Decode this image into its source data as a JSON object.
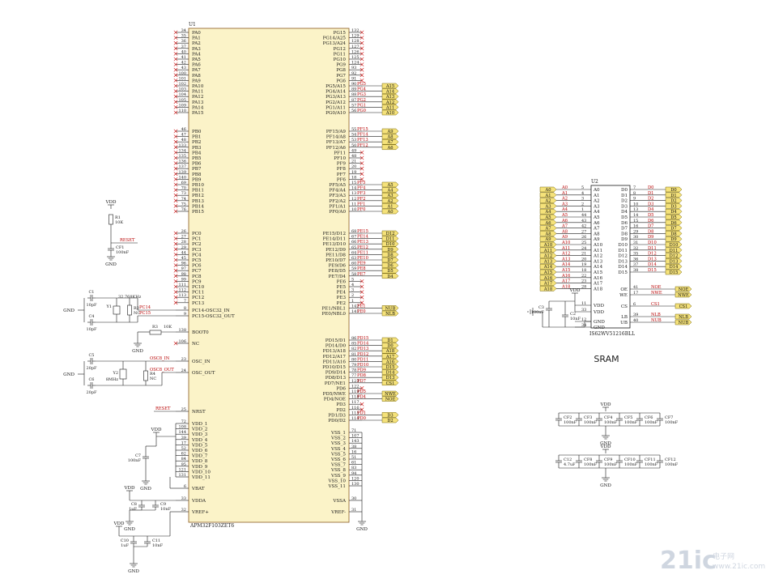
{
  "u1": {
    "designator": "U1",
    "part": "APM32F103ZET6",
    "left_pins": [
      [
        "34",
        "PA0"
      ],
      [
        "35",
        "PA1"
      ],
      [
        "36",
        "PA2"
      ],
      [
        "37",
        "PA3"
      ],
      [
        "40",
        "PA4"
      ],
      [
        "41",
        "PA5"
      ],
      [
        "42",
        "PA6"
      ],
      [
        "43",
        "PA7"
      ],
      [
        "100",
        "PA8"
      ],
      [
        "101",
        "PA9"
      ],
      [
        "102",
        "PA10"
      ],
      [
        "103",
        "PA11"
      ],
      [
        "104",
        "PA12"
      ],
      [
        "105",
        "PA13"
      ],
      [
        "109",
        "PA14"
      ],
      [
        "110",
        "PA15"
      ],
      [
        "46",
        "PB0"
      ],
      [
        "47",
        "PB1"
      ],
      [
        "48",
        "PB2"
      ],
      [
        "133",
        "PB3"
      ],
      [
        "134",
        "PB4"
      ],
      [
        "135",
        "PB5"
      ],
      [
        "136",
        "PB6"
      ],
      [
        "137",
        "PB7"
      ],
      [
        "139",
        "PB8"
      ],
      [
        "140",
        "PB9"
      ],
      [
        "69",
        "PB10"
      ],
      [
        "70",
        "PB11"
      ],
      [
        "73",
        "PB12"
      ],
      [
        "74",
        "PB13"
      ],
      [
        "75",
        "PB14"
      ],
      [
        "76",
        "PB15"
      ],
      [
        "26",
        "PC0"
      ],
      [
        "27",
        "PC1"
      ],
      [
        "28",
        "PC2"
      ],
      [
        "29",
        "PC3"
      ],
      [
        "44",
        "PC4"
      ],
      [
        "45",
        "PC5"
      ],
      [
        "96",
        "PC6"
      ],
      [
        "97",
        "PC7"
      ],
      [
        "98",
        "PC8"
      ],
      [
        "99",
        "PC9"
      ],
      [
        "111",
        "PC10"
      ],
      [
        "112",
        "PC11"
      ],
      [
        "113",
        "PC12"
      ],
      [
        "7",
        "PC13"
      ]
    ],
    "misc_left": [
      [
        "8",
        "PC14-OSC32_IN"
      ],
      [
        "9",
        "PC15-OSC32_OUT"
      ],
      [
        "138",
        "BOOT0"
      ],
      [
        "106",
        "NC"
      ],
      [
        "23",
        "OSC_IN"
      ],
      [
        "24",
        "OSC_OUT"
      ],
      [
        "25",
        "NRST"
      ]
    ],
    "power_left": [
      [
        "72",
        "VDD_1"
      ],
      [
        "108",
        "VDD_2"
      ],
      [
        "144",
        "VDD_3"
      ],
      [
        "39",
        "VDD_4"
      ],
      [
        "17",
        "VDD_5"
      ],
      [
        "52",
        "VDD_6"
      ],
      [
        "62",
        "VDD_7"
      ],
      [
        "84",
        "VDD_8"
      ],
      [
        "95",
        "VDD_9"
      ],
      [
        "121",
        "VDD_10"
      ],
      [
        "131",
        "VDD_11"
      ],
      [
        "6",
        "VBAT"
      ],
      [
        "33",
        "VDDA"
      ],
      [
        "32",
        "VREF+"
      ]
    ],
    "right_top": [
      [
        "132",
        "PG15"
      ],
      [
        "129",
        "PG14/A25"
      ],
      [
        "128",
        "PG13/A24"
      ],
      [
        "127",
        "PG12"
      ],
      [
        "126",
        "PG11"
      ],
      [
        "125",
        "PG10"
      ],
      [
        "124",
        "PG9"
      ],
      [
        "93",
        "PG8"
      ],
      [
        "92",
        "PG7"
      ],
      [
        "91",
        "PG6"
      ],
      [
        "90",
        "PG5/A15",
        "PG5",
        "A15"
      ],
      [
        "89",
        "PG4/A14",
        "PG4",
        "A14"
      ],
      [
        "88",
        "PG3/A13",
        "PG3",
        "A13"
      ],
      [
        "87",
        "PG2/A12",
        "PG2",
        "A12"
      ],
      [
        "57",
        "PG1/A11",
        "PG1",
        "A11"
      ],
      [
        "56",
        "PG0/A10",
        "PG0",
        "A10"
      ]
    ],
    "right_f": [
      [
        "55",
        "PF15/A9",
        "PF15",
        "A9"
      ],
      [
        "54",
        "PF14/A8",
        "PF14",
        "A8"
      ],
      [
        "53",
        "PF13/A7",
        "PF13",
        "A7"
      ],
      [
        "50",
        "PF12/A6",
        "PF12",
        "A6"
      ],
      [
        "49",
        "PF11"
      ],
      [
        "48",
        "PF10"
      ],
      [
        "21",
        "PF9"
      ],
      [
        "20",
        "PF8"
      ],
      [
        "19",
        "PF7"
      ],
      [
        "18",
        "PF6"
      ],
      [
        "15",
        "PF5/A5",
        "PF5",
        "A5"
      ],
      [
        "14",
        "PF4/A4",
        "PF4",
        "A4"
      ],
      [
        "13",
        "PF3/A3",
        "PF3",
        "A3"
      ],
      [
        "12",
        "PF2/A2",
        "PF2",
        "A2"
      ],
      [
        "11",
        "PF1/A1",
        "PF1",
        "A1"
      ],
      [
        "10",
        "PF0/A0",
        "PF0",
        "A0"
      ]
    ],
    "right_e": [
      [
        "68",
        "PE15/D12",
        "PE15",
        "D12"
      ],
      [
        "67",
        "PE14/D11",
        "PE14",
        "D11"
      ],
      [
        "66",
        "PE13/D10",
        "PE13",
        "D10"
      ],
      [
        "65",
        "PE12/D9",
        "PE12",
        "D9"
      ],
      [
        "64",
        "PE11/D8",
        "PE11",
        "D8"
      ],
      [
        "63",
        "PE10/D7",
        "PE10",
        "D7"
      ],
      [
        "60",
        "PE9/D6",
        "PE9",
        "D6"
      ],
      [
        "59",
        "PE8/D5",
        "PE8",
        "D5"
      ],
      [
        "58",
        "PE7/D4",
        "PE7",
        "D4"
      ],
      [
        "5",
        "PE6"
      ],
      [
        "4",
        "PE5"
      ],
      [
        "3",
        "PE4"
      ],
      [
        "2",
        "PE3"
      ],
      [
        "1",
        "PE2"
      ],
      [
        "142",
        "PE1/NBL1",
        "PE1",
        "NUB"
      ],
      [
        "141",
        "PE0/NBL0",
        "PE0",
        "NLB"
      ]
    ],
    "right_d": [
      [
        "86",
        "PD15/D1",
        "PD15",
        "D1"
      ],
      [
        "85",
        "PD14/D0",
        "PD14",
        "D0"
      ],
      [
        "82",
        "PD13/A18",
        "PD13",
        "A18"
      ],
      [
        "81",
        "PD12/A17",
        "PD12",
        "A17"
      ],
      [
        "80",
        "PD11/A16",
        "PD11",
        "A16"
      ],
      [
        "79",
        "PD10/D15",
        "PD10",
        "D15"
      ],
      [
        "78",
        "PD9/D14",
        "PD9",
        "D14"
      ],
      [
        "77",
        "PD8/D13",
        "PD8",
        "D13"
      ],
      [
        "123",
        "PD7/NE1",
        "PD7",
        "CS1"
      ],
      [
        "122",
        "PD6"
      ],
      [
        "119",
        "PD5/NWE",
        "PD5",
        "NWE"
      ],
      [
        "118",
        "PD4/NOE",
        "PD4",
        "NOE"
      ],
      [
        "117",
        "PD3"
      ],
      [
        "116",
        "PD2"
      ],
      [
        "115",
        "PD1/D3",
        "PD1",
        "D3"
      ],
      [
        "114",
        "PD0/D2",
        "PD0",
        "D2"
      ]
    ],
    "vss_pins": [
      [
        "71",
        "VSS_1"
      ],
      [
        "107",
        "VSS_2"
      ],
      [
        "143",
        "VSS_3"
      ],
      [
        "38",
        "VSS_4"
      ],
      [
        "16",
        "VSS_5"
      ],
      [
        "51",
        "VSS_6"
      ],
      [
        "61",
        "VSS_7"
      ],
      [
        "83",
        "VSS_8"
      ],
      [
        "94",
        "VSS_9"
      ],
      [
        "120",
        "VSS_10"
      ],
      [
        "130",
        "VSS_11"
      ],
      [
        "30",
        "VSSA"
      ],
      [
        "31",
        "VREF-"
      ]
    ]
  },
  "u2": {
    "designator": "U2",
    "part": "IS62WV51216BLL",
    "addr_pins": [
      [
        "A0",
        "5"
      ],
      [
        "A1",
        "4"
      ],
      [
        "A2",
        "3"
      ],
      [
        "A3",
        "2"
      ],
      [
        "A4",
        "1"
      ],
      [
        "A5",
        "44"
      ],
      [
        "A6",
        "43"
      ],
      [
        "A7",
        "42"
      ],
      [
        "A8",
        "27"
      ],
      [
        "A9",
        "26"
      ],
      [
        "A10",
        "25"
      ],
      [
        "A11",
        "24"
      ],
      [
        "A12",
        "21"
      ],
      [
        "A13",
        "20"
      ],
      [
        "A14",
        "19"
      ],
      [
        "A15",
        "18"
      ],
      [
        "A16",
        "22"
      ],
      [
        "A17",
        "23"
      ],
      [
        "A18",
        "28"
      ]
    ],
    "data_pins": [
      [
        "D0",
        "7"
      ],
      [
        "D1",
        "8"
      ],
      [
        "D2",
        "9"
      ],
      [
        "D3",
        "10"
      ],
      [
        "D4",
        "13"
      ],
      [
        "D5",
        "14"
      ],
      [
        "D6",
        "15"
      ],
      [
        "D7",
        "16"
      ],
      [
        "D8",
        "29"
      ],
      [
        "D9",
        "30"
      ],
      [
        "D10",
        "31"
      ],
      [
        "D11",
        "32"
      ],
      [
        "D12",
        "35"
      ],
      [
        "D13",
        "36"
      ],
      [
        "D14",
        "37"
      ],
      [
        "D15",
        "38"
      ]
    ],
    "ctrl_pins": [
      [
        "OE",
        "41",
        "NOE"
      ],
      [
        "WE",
        "17",
        "NWE"
      ],
      [
        "CS",
        "6",
        "CS1"
      ],
      [
        "LB",
        "39",
        "NLB"
      ],
      [
        "UB",
        "40",
        "NUB"
      ]
    ],
    "power_pins": [
      [
        "VDD",
        "11"
      ],
      [
        "VDD",
        "33"
      ],
      [
        "GND",
        "12"
      ],
      [
        "GND",
        "34"
      ]
    ],
    "caption": "SRAM"
  },
  "labels": {
    "vdd": "VDD",
    "gnd": "GND",
    "reset": "RESET",
    "r1": "R1",
    "r1_val": "10K",
    "cf1": "CF1",
    "cf1_val": "100nF",
    "c1": "C1",
    "c1_val": "10pF",
    "c4": "C4",
    "c4_val": "10pF",
    "y1": "Y1",
    "y1_val": "32.768KHz",
    "r2": "R2",
    "r2_val": "NC",
    "pc14": "PC14",
    "pc15": "PC15",
    "r3": "R3",
    "r3_val": "10K",
    "c5": "C5",
    "c5_val": "20pF",
    "y2": "Y2",
    "y2_val": "8MHz",
    "r4": "R4",
    "r4_val": "NC",
    "c6": "C6",
    "c6_val": "20pF",
    "osc_in": "OSC8_IN",
    "osc_out": "OSC8_OUT",
    "c7": "C7",
    "c7_val": "100nF",
    "c8": "C8",
    "c8_val": "1uF",
    "c9": "C9",
    "c9_val": "10nF",
    "c10": "C10",
    "c10_val": "1uF",
    "c11": "C11",
    "c11_val": "10nF",
    "c3": "C3",
    "c3_val": "100nF",
    "c2": "C2",
    "c2_val": "10nF",
    "decap_row1": [
      [
        "CF2",
        "100nF"
      ],
      [
        "CF3",
        "100nF"
      ],
      [
        "CF4",
        "100nF"
      ],
      [
        "CF5",
        "100nF"
      ],
      [
        "CF6",
        "100nF"
      ],
      [
        "CF7",
        "100nF"
      ]
    ],
    "decap_row2": [
      [
        "C12",
        "4.7uF"
      ],
      [
        "CF8",
        "100nF"
      ],
      [
        "CF9",
        "100nF"
      ],
      [
        "CF10",
        "100nF"
      ],
      [
        "CF11",
        "100nF"
      ],
      [
        "CF12",
        "100nF"
      ]
    ]
  },
  "watermark": {
    "main": "21ic",
    "cn": "电子网",
    "sub": "www.21ic.com"
  },
  "colors": {
    "wire": "#1a1a1a",
    "net_label": "#b80000",
    "bus_fill": "#f5e27a",
    "body_fill": "#fbf3c8",
    "nc": "#d01010"
  }
}
